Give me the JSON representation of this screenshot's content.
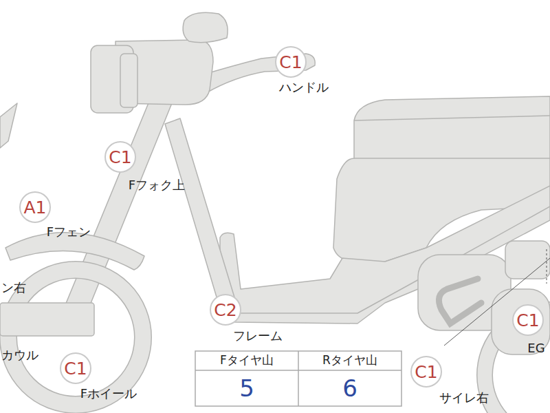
{
  "diagram": {
    "nodes": [
      {
        "text": [
          "C1",
          "ハンドル"
        ]
      },
      {
        "text": [
          "C1",
          "Fフォク上"
        ]
      },
      {
        "text": [
          "A1",
          "Fフェン"
        ]
      },
      {
        "text": [
          "C2",
          "フレーム"
        ]
      },
      {
        "text": [
          "C1",
          "Fホイール"
        ]
      },
      {
        "text": [
          "C1",
          "EG"
        ]
      },
      {
        "text": [
          "C1",
          "サイレ右"
        ]
      }
    ],
    "labels": [
      "ン右",
      "カウル",
      "Fタイヤ山",
      "Rタイヤ山",
      "5",
      "6"
    ]
  }
}
